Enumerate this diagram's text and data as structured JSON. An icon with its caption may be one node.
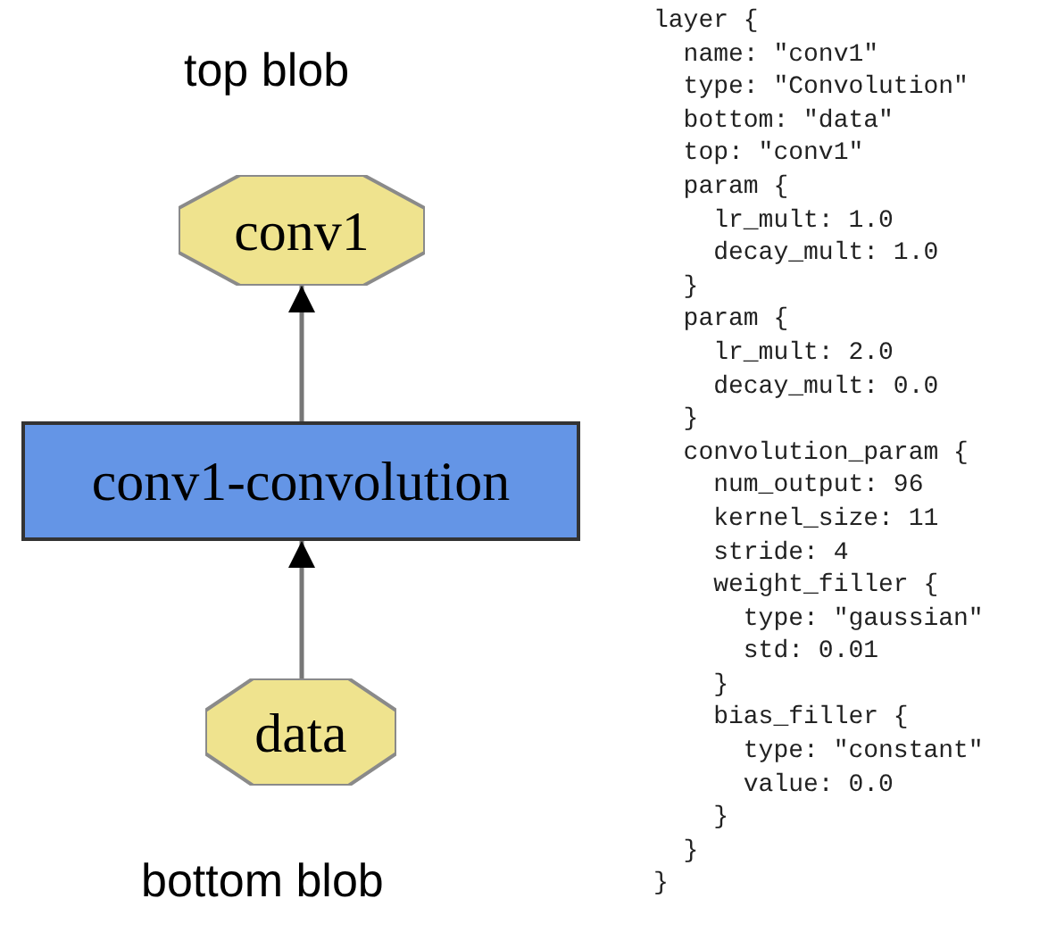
{
  "diagram": {
    "nodes": [
      {
        "text": [
          "conv1"
        ]
      },
      {
        "text": [
          "conv1-convolution"
        ]
      },
      {
        "text": [
          "data"
        ]
      }
    ],
    "edges": [
      {
        "from": 2,
        "to": 1,
        "arrow": "to"
      },
      {
        "from": 1,
        "to": 0,
        "arrow": "to"
      }
    ],
    "labels": [
      "top blob",
      "bottom blob",
      "layer {",
      "  name: \"conv1\"",
      "  type: \"Convolution\"",
      "  bottom: \"data\"",
      "  top: \"conv1\"",
      "  param {",
      "    lr_mult: 1.0",
      "    decay_mult: 1.0",
      "  }",
      "  param {",
      "    lr_mult: 2.0",
      "    decay_mult: 0.0",
      "  }",
      "  convolution_param {",
      "    num_output: 96",
      "    kernel_size: 11",
      "    stride: 4",
      "    weight_filler {",
      "      type: \"gaussian\"",
      "      std: 0.01",
      "    }",
      "    bias_filler {",
      "      type: \"constant\"",
      "      value: 0.0",
      "    }",
      "  }",
      "}"
    ]
  }
}
